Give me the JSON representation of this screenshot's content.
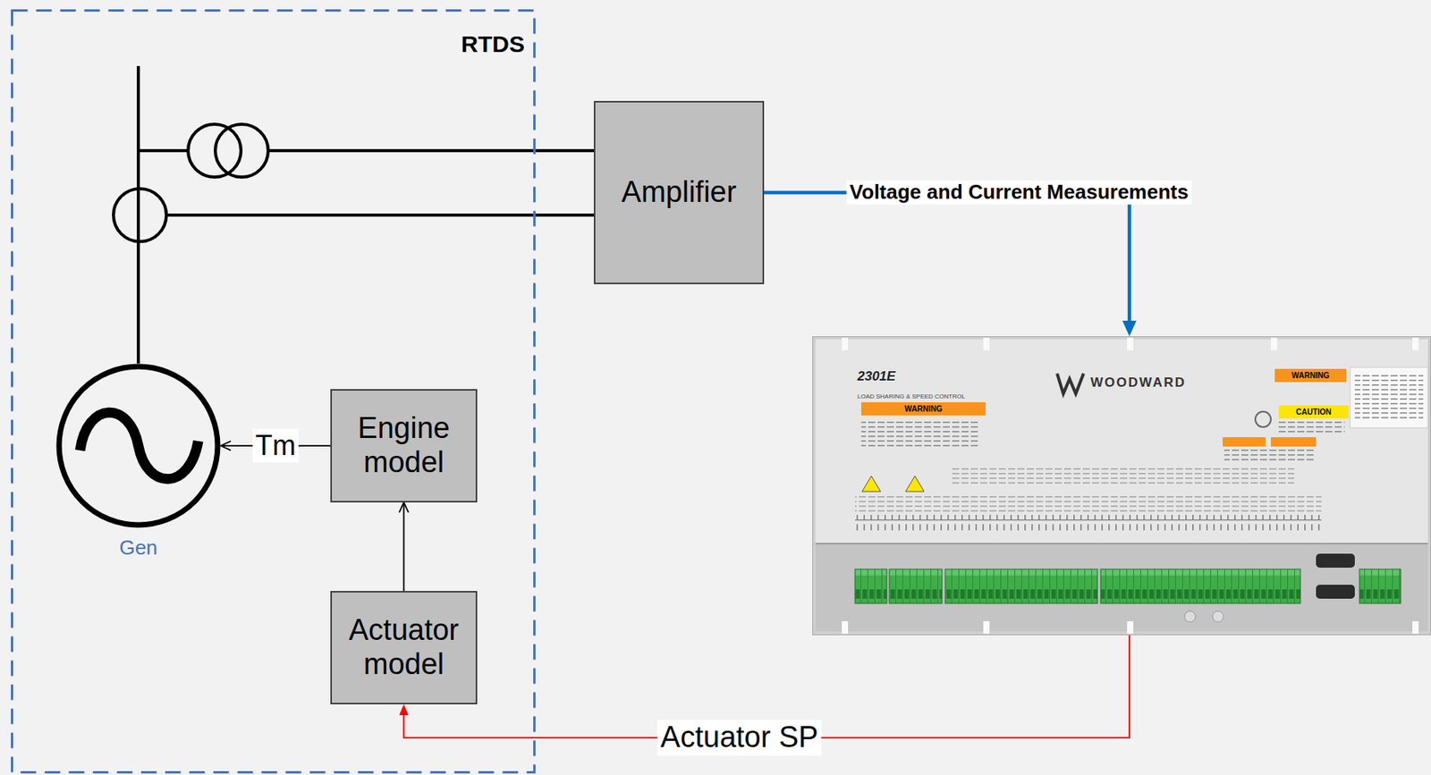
{
  "diagram": {
    "nodes": [
      {
        "text": [
          "RTDS"
        ]
      },
      {
        "text": [
          "Gen"
        ],
        "in": 0
      },
      {
        "text": [
          "Engine model"
        ],
        "in": 0
      },
      {
        "text": [
          "Actuator model"
        ],
        "in": 0
      },
      {
        "text": [
          "Amplifier"
        ]
      },
      {
        "text": [
          "2301E",
          "LOAD SHARING & SPEED CONTROL",
          "WOODWARD"
        ]
      }
    ],
    "edges": [
      {
        "from": 2,
        "to": 1,
        "arrow": "to",
        "label": "Tm"
      },
      {
        "from": 3,
        "to": 2,
        "arrow": "to"
      },
      {
        "from": 4,
        "to": 5,
        "arrow": "to",
        "label": "Voltage and Current Measurements"
      },
      {
        "from": 5,
        "to": 3,
        "arrow": "to",
        "label": "Actuator SP"
      }
    ],
    "labels": [
      "WARNING",
      "WARNING",
      "CAUTION"
    ]
  }
}
